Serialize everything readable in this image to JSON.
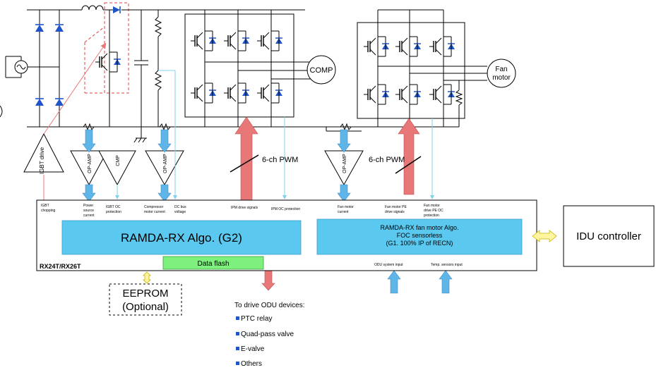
{
  "labels": {
    "comp": "COMP",
    "fan_motor_line1": "Fan",
    "fan_motor_line2": "motor",
    "igbt_drive": "IGBT drive",
    "op_amp": "OP-AMP",
    "cmp": "CMP",
    "pwm_left": "6-ch PWM",
    "pwm_right": "6-ch PWM"
  },
  "signals": {
    "igbt_chopping": [
      "IGBT",
      "chopping"
    ],
    "power_source_current": [
      "Power",
      "source",
      "current"
    ],
    "igbt_oc_protection": [
      "IGBT OC",
      "protection"
    ],
    "compressor_motor_current": [
      "Compressor",
      "motor current"
    ],
    "dc_bus_voltage": [
      "DC bus",
      "voltage"
    ],
    "ipm_drive_signals": "IPM drive signals",
    "ipm_oc_protection": "IPM OC protection",
    "fan_motor_current": [
      "Fan motor",
      "current"
    ],
    "fan_motor_pe_drive": [
      "Fan motor PE",
      "drive signals"
    ],
    "fan_motor_drive_pe_oc": [
      "Fan motor",
      "drive PE OC",
      "protection"
    ]
  },
  "mcu": {
    "name": "RX24T/RX26T",
    "algo_main": "RAMDA-RX Algo. (G2)",
    "algo_fan": [
      "RAMDA-RX fan motor Algo.",
      "FOC sensorless",
      "(G1. 100% IP of RECN)"
    ],
    "data_flash": "Data flash",
    "odu_system_input": "ODU system input",
    "temp_sensors_input": "Temp. sensors input"
  },
  "idu_controller": "IDU controller",
  "eeprom": [
    "EEPROM",
    "(Optional)"
  ],
  "drive_devices": {
    "title": "To drive ODU devices:",
    "items": [
      "PTC relay",
      "Quad-pass valve",
      "E-valve",
      "Others"
    ]
  },
  "colors": {
    "blue_block": "#5bc8ef",
    "green_block": "#7ef07e",
    "red_arrow": "#e87878",
    "blue_arrow": "#5fb5e8",
    "yellow_arrow": "#fff4a0",
    "diode_blue": "#1f55c8"
  }
}
